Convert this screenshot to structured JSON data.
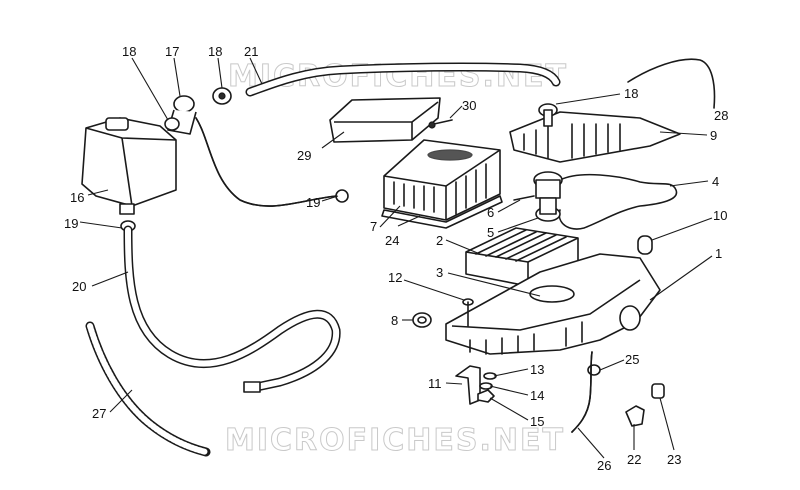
{
  "watermarks": [
    "MICROFICHES.NET",
    "MICROFICHES.NET"
  ],
  "callouts": [
    {
      "id": "c1",
      "label": "1"
    },
    {
      "id": "c2",
      "label": "2"
    },
    {
      "id": "c3",
      "label": "3"
    },
    {
      "id": "c4",
      "label": "4"
    },
    {
      "id": "c5",
      "label": "5"
    },
    {
      "id": "c6",
      "label": "6"
    },
    {
      "id": "c7",
      "label": "7"
    },
    {
      "id": "c8",
      "label": "8"
    },
    {
      "id": "c9",
      "label": "9"
    },
    {
      "id": "c10",
      "label": "10"
    },
    {
      "id": "c11",
      "label": "11"
    },
    {
      "id": "c12",
      "label": "12"
    },
    {
      "id": "c13",
      "label": "13"
    },
    {
      "id": "c14",
      "label": "14"
    },
    {
      "id": "c15",
      "label": "15"
    },
    {
      "id": "c16",
      "label": "16"
    },
    {
      "id": "c17",
      "label": "17"
    },
    {
      "id": "c18a",
      "label": "18"
    },
    {
      "id": "c18b",
      "label": "18"
    },
    {
      "id": "c18c",
      "label": "18"
    },
    {
      "id": "c19a",
      "label": "19"
    },
    {
      "id": "c19b",
      "label": "19"
    },
    {
      "id": "c20",
      "label": "20"
    },
    {
      "id": "c21",
      "label": "21"
    },
    {
      "id": "c22",
      "label": "22"
    },
    {
      "id": "c23",
      "label": "23"
    },
    {
      "id": "c24",
      "label": "24"
    },
    {
      "id": "c25",
      "label": "25"
    },
    {
      "id": "c26",
      "label": "26"
    },
    {
      "id": "c27",
      "label": "27"
    },
    {
      "id": "c28",
      "label": "28"
    },
    {
      "id": "c29",
      "label": "29"
    },
    {
      "id": "c30",
      "label": "30"
    }
  ]
}
